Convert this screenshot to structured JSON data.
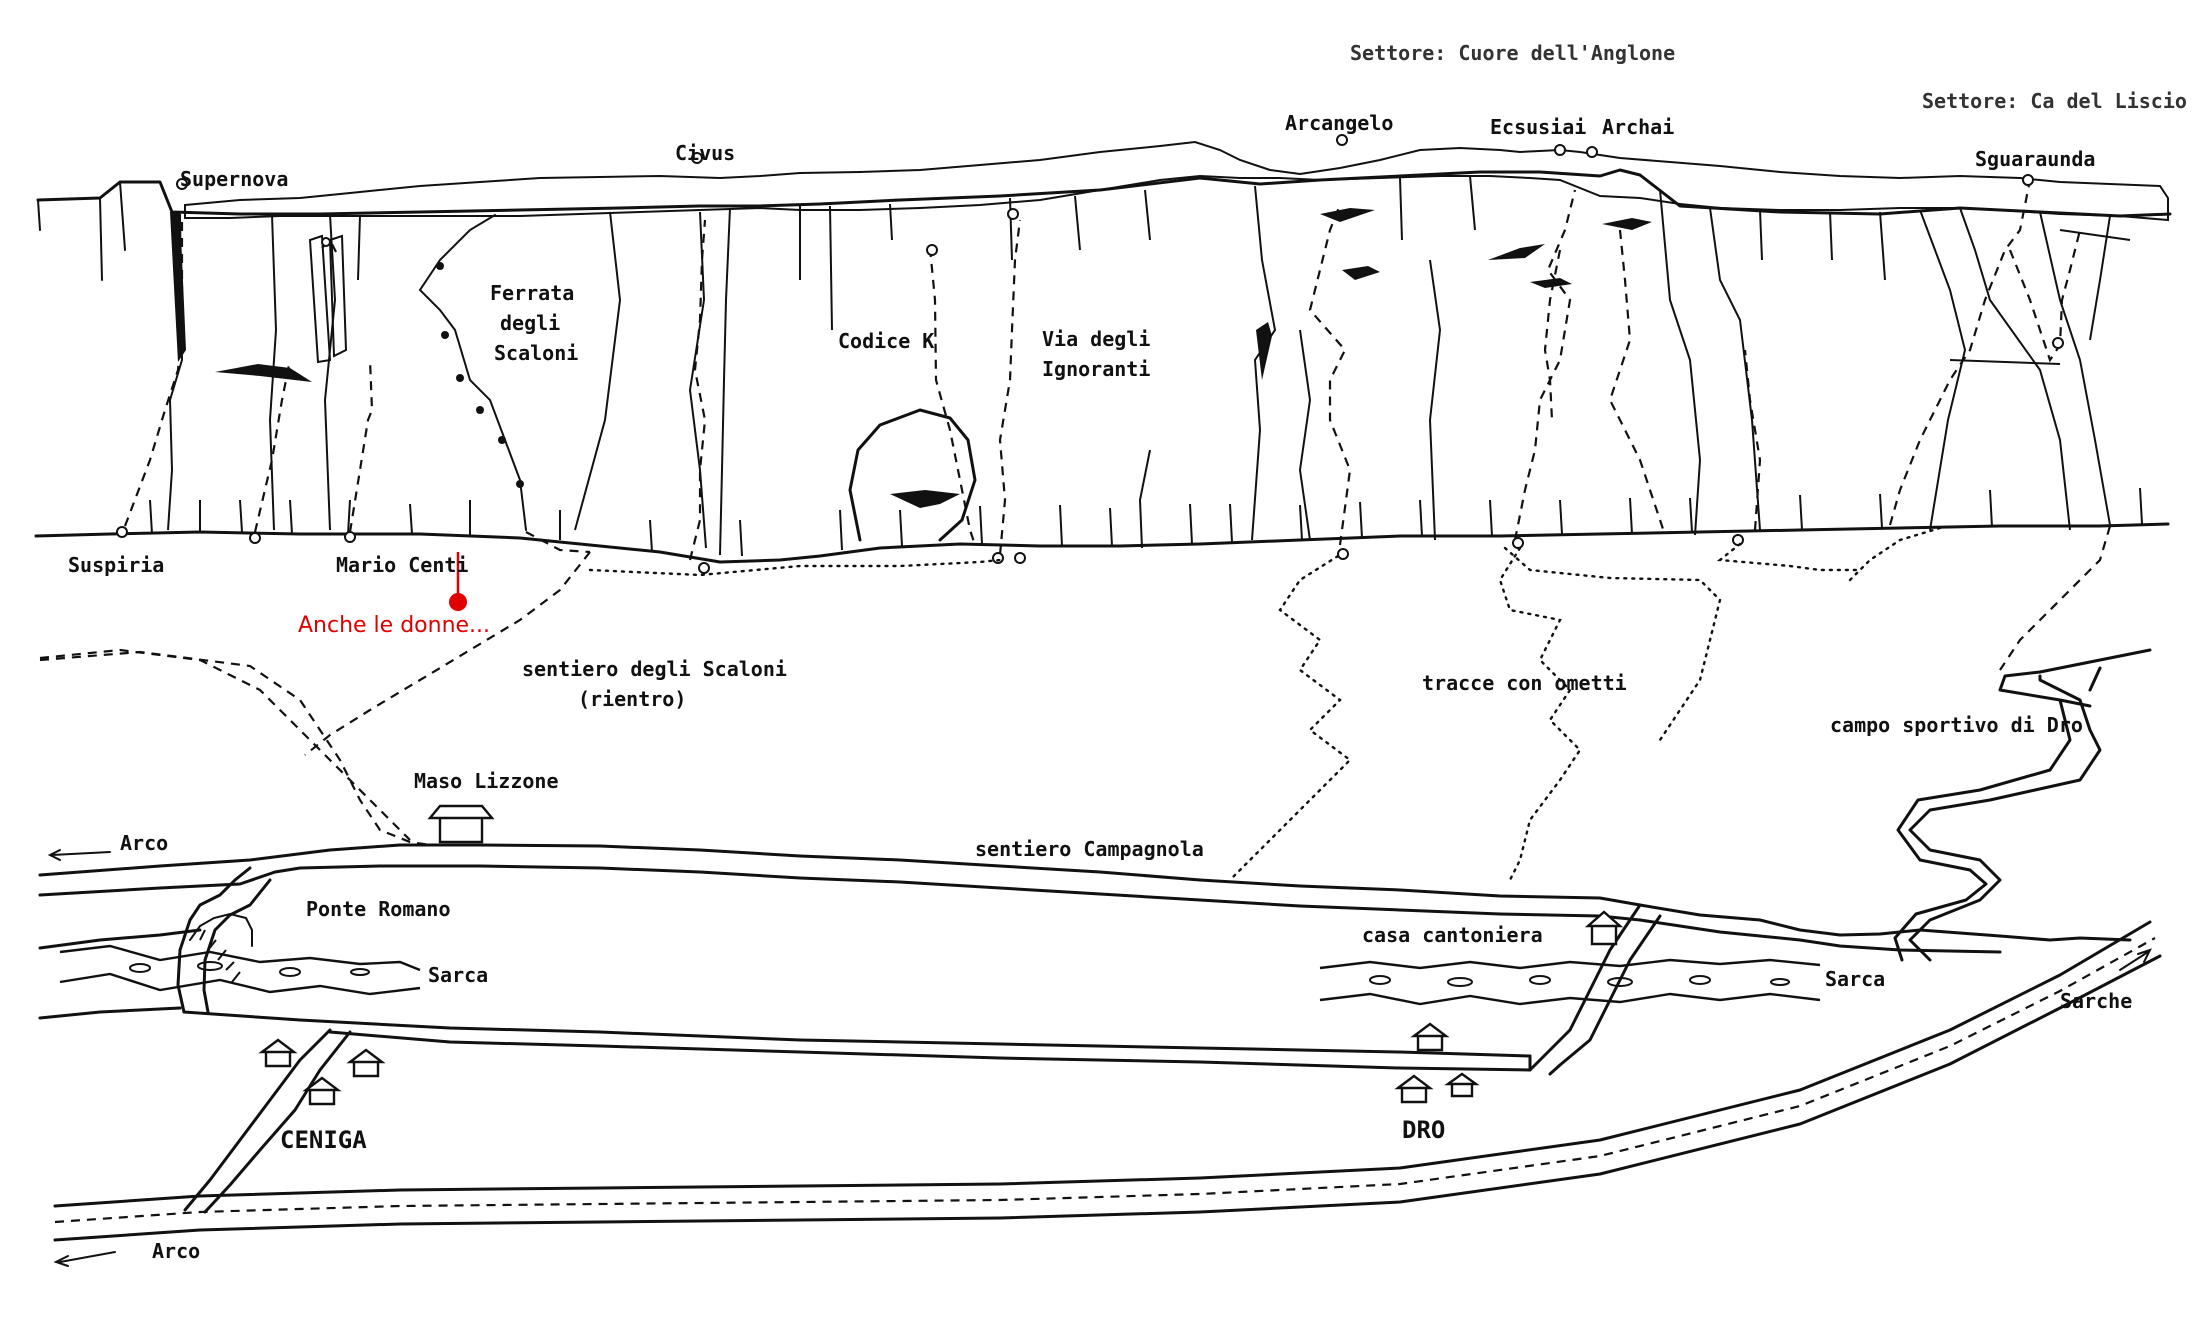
{
  "title": "",
  "sectors": {
    "cuore": "Settore: Cuore dell'Anglone",
    "liscio": "Settore: Ca del Liscio"
  },
  "routes_top": {
    "supernova": "Supernova",
    "civus": "Civus",
    "arcangelo": "Arcangelo",
    "ecsusiai": "Ecsusiai",
    "archai": "Archai",
    "sguaraunda": "Sguaraunda"
  },
  "routes_wall": {
    "ferrata_1": "Ferrata",
    "ferrata_2": "degli",
    "ferrata_3": "Scaloni",
    "codice_k": "Codice K",
    "ignoranti_1": "Via degli",
    "ignoranti_2": "Ignoranti"
  },
  "routes_bottom": {
    "suspiria": "Suspiria",
    "mario_centi": "Mario Centi"
  },
  "annotation": {
    "text": "Anche le donne...",
    "color": "#e00000"
  },
  "places": {
    "sentiero_scaloni_1": "sentiero degli Scaloni",
    "sentiero_scaloni_2": "(rientro)",
    "tracce": "tracce con ometti",
    "campo_sportivo": "campo sportivo di Dro",
    "maso_lizzone": "Maso Lizzone",
    "arco_top": "Arco",
    "sentiero_campagnola": "sentiero Campagnola",
    "ponte_romano": "Ponte Romano",
    "sarca_left": "Sarca",
    "casa_cantoniera": "casa cantoniera",
    "sarca_right": "Sarca",
    "sarche": "Sarche",
    "ceniga": "CENIGA",
    "dro": "DRO",
    "arco_bottom": "Arco"
  }
}
